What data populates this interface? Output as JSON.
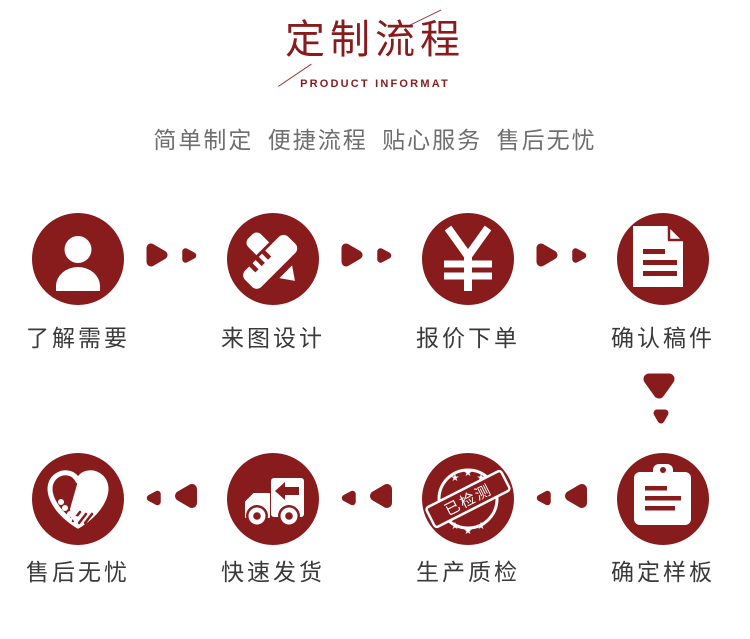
{
  "header": {
    "title": "定制流程",
    "subtitle": "PRODUCT INFORMAT",
    "tagline": "简单制定 便捷流程 贴心服务 售后无忧"
  },
  "colors": {
    "brand_red": "#881B1C",
    "label_gray": "#3A3A3A",
    "tagline_gray": "#6E6E6E",
    "icon_white": "#FFFFFF"
  },
  "steps": {
    "row1": [
      {
        "label": "了解需要",
        "icon": "user-icon"
      },
      {
        "label": "来图设计",
        "icon": "ruler-pencil-icon"
      },
      {
        "label": "报价下单",
        "icon": "yuan-icon"
      },
      {
        "label": "确认稿件",
        "icon": "document-icon"
      }
    ],
    "row2": [
      {
        "label": "售后无忧",
        "icon": "handshake-heart-icon"
      },
      {
        "label": "快速发货",
        "icon": "delivery-truck-icon"
      },
      {
        "label": "生产质检",
        "icon": "inspection-stamp-icon",
        "stamp_text": "已检测"
      },
      {
        "label": "确定样板",
        "icon": "clipboard-icon"
      }
    ]
  }
}
